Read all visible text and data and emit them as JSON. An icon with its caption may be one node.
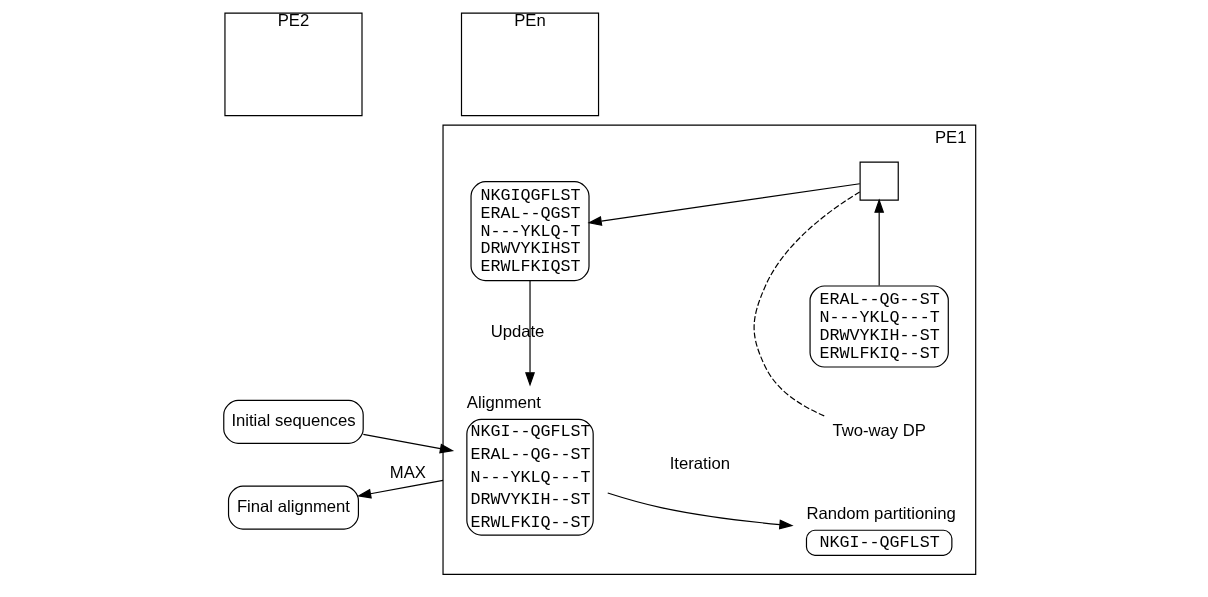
{
  "diagram": {
    "nodes": [
      {
        "text": [
          "Initial sequences"
        ]
      },
      {
        "text": [
          "Final alignment"
        ]
      },
      {
        "text": [
          "PE1"
        ]
      },
      {
        "text": [
          "PE2"
        ]
      },
      {
        "text": [
          "PEn"
        ]
      },
      {
        "text": [
          "Alignment",
          "NKGI--QGFLST",
          "ERAL--QG--ST",
          "N---YKLQ---T",
          "DRWVYKIH--ST",
          "ERWLFKIQ--ST"
        ],
        "in": 2
      },
      {
        "text": [
          "Random partitioning",
          "NKGI--QGFLST"
        ],
        "in": 2
      },
      {
        "text": [
          "ERAL--QG--ST",
          "N---YKLQ---T",
          "DRWVYKIH--ST",
          "ERWLFKIQ--ST"
        ],
        "in": 2
      },
      {
        "text": [],
        "shape": "box",
        "in": 2
      },
      {
        "text": [
          "Two-way DP"
        ],
        "in": 2
      },
      {
        "text": [
          "NKGIQGFLST",
          "ERAL--QGST",
          "N---YKLQ-T",
          "DRWVYKIHST",
          "ERWLFKIQST"
        ],
        "in": 2
      }
    ],
    "edges": [
      {
        "from": 0,
        "to": 5,
        "arrow": "to"
      },
      {
        "from": 5,
        "to": 6,
        "arrow": "to"
      },
      {
        "from": 7,
        "to": 8,
        "arrow": "to"
      },
      {
        "from": 8,
        "to": 10,
        "arrow": "to"
      },
      {
        "from": 10,
        "to": 5,
        "arrow": "to",
        "label": "Update"
      },
      {
        "from": 9,
        "to": 8,
        "arrow": "none",
        "style": "dashed"
      },
      {
        "from": 2,
        "to": 1,
        "arrow": "to",
        "label": "MAX"
      }
    ],
    "labels": [
      "Iteration"
    ]
  }
}
